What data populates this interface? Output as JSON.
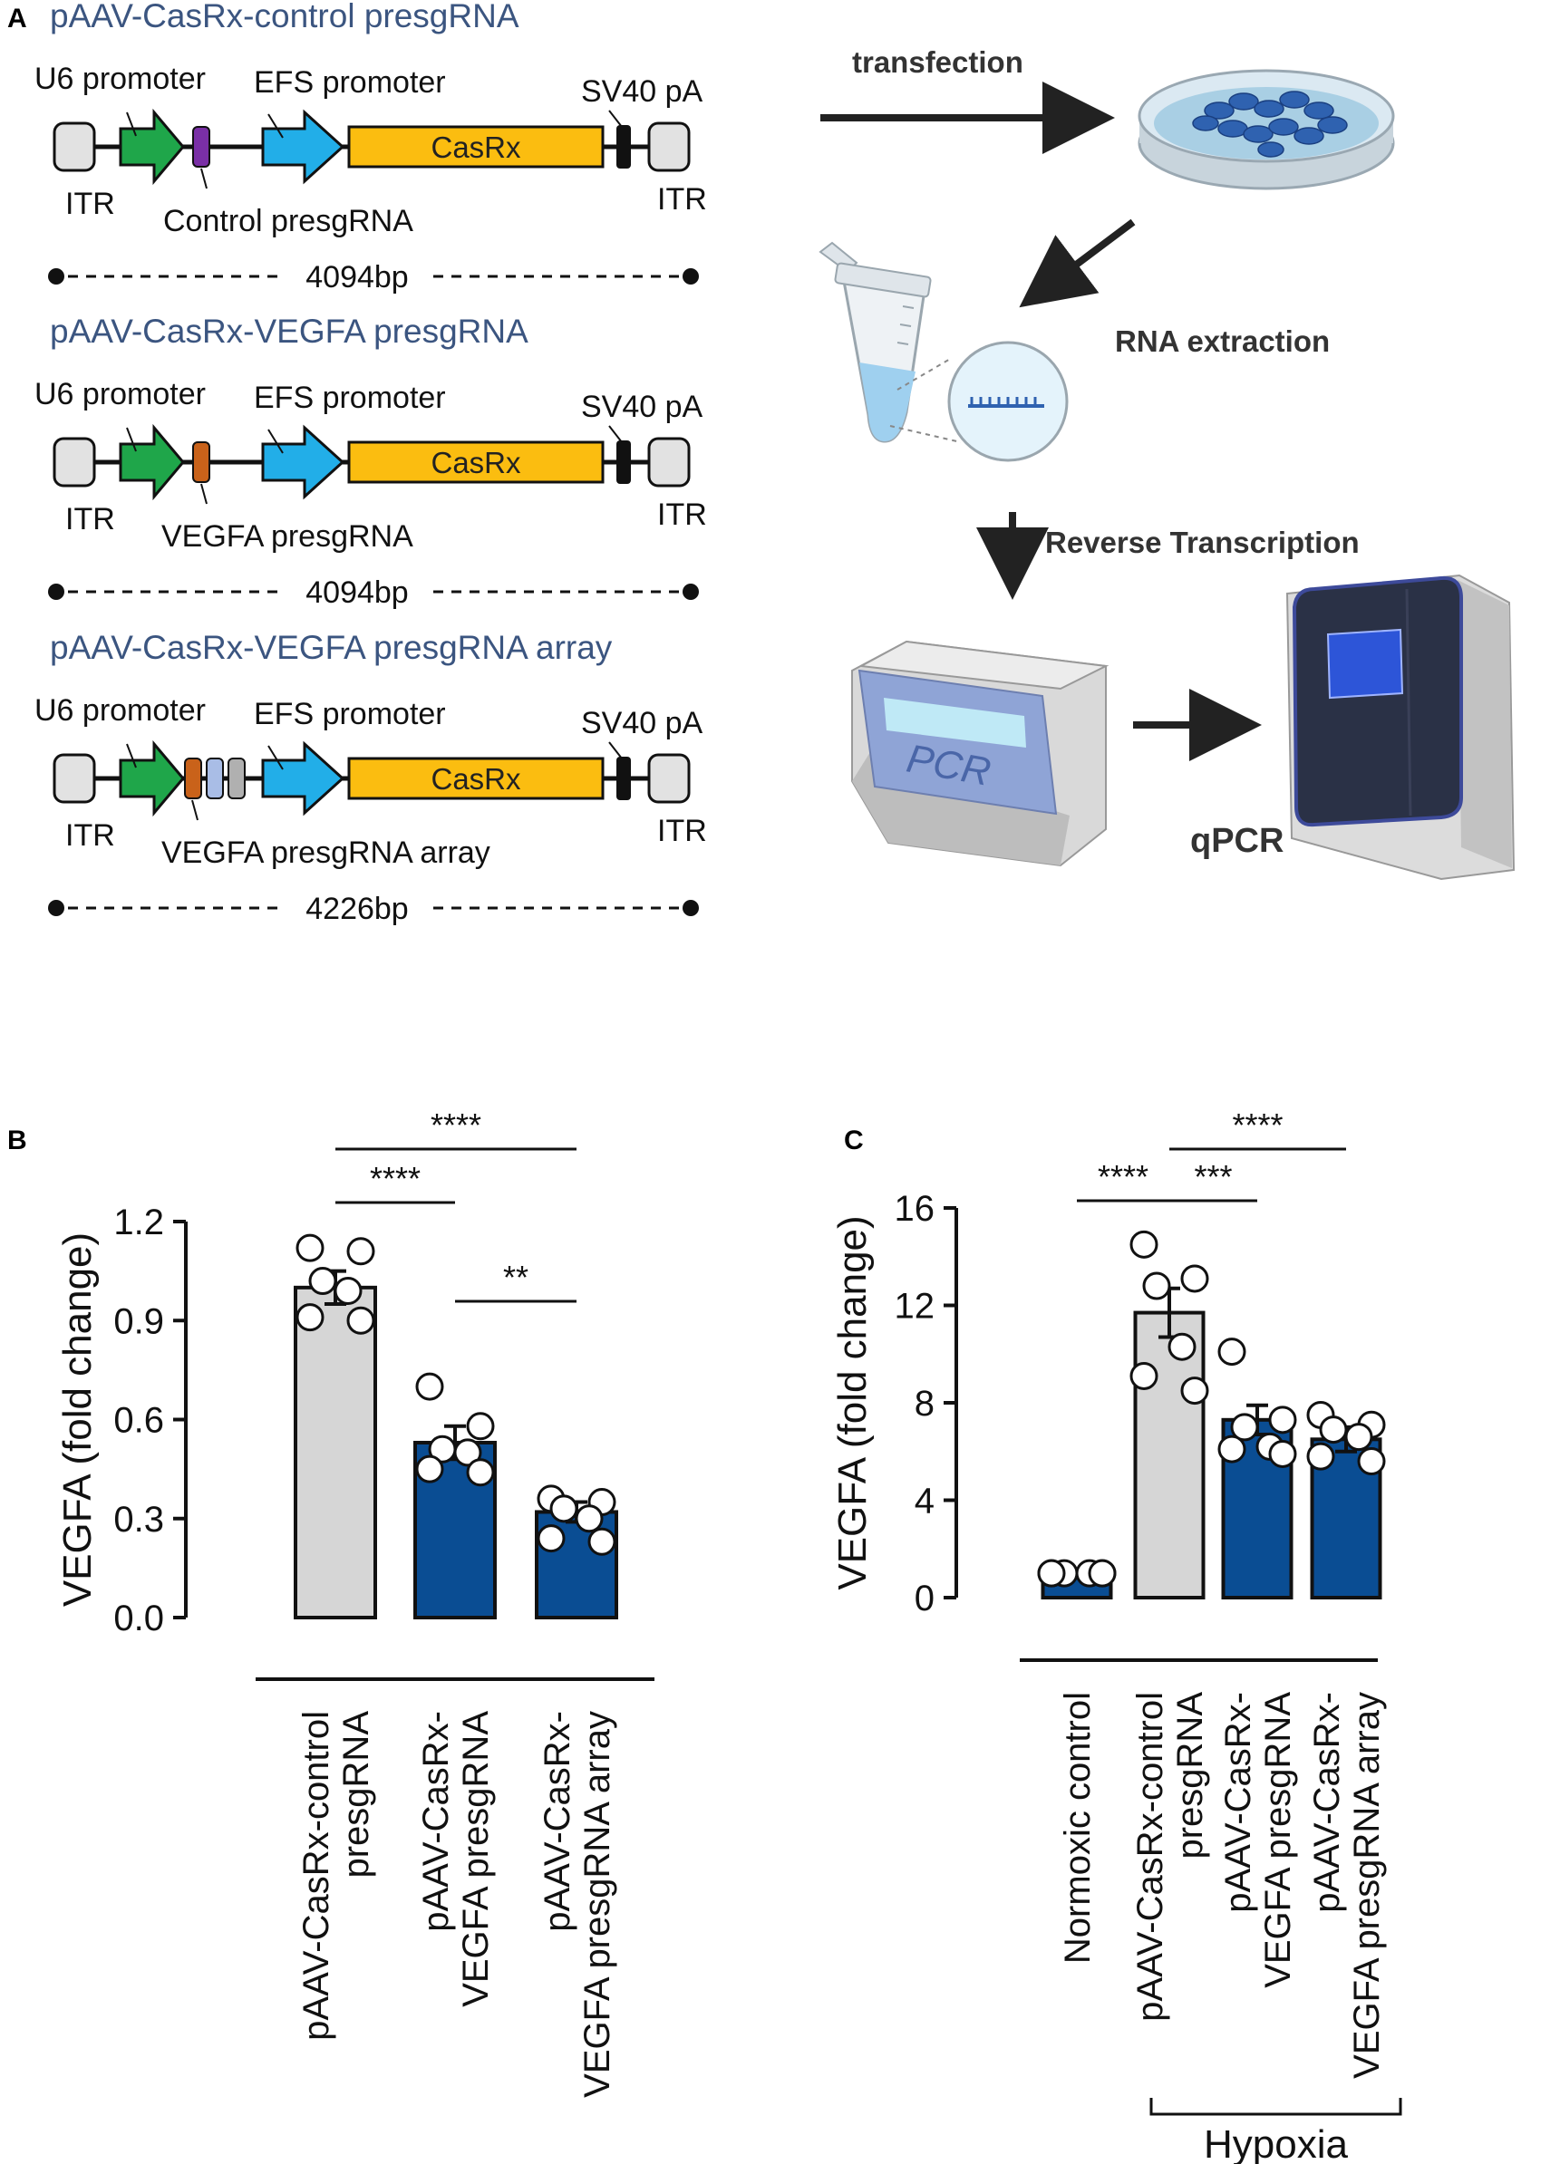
{
  "panel_labels": {
    "a": "A",
    "b": "B",
    "c": "C"
  },
  "constructs": [
    {
      "title": "pAAV-CasRx-control presgRNA",
      "u6": "U6 promoter",
      "efs": "EFS promoter",
      "sv40": "SV40 pA",
      "itr_left": "ITR",
      "itr_right": "ITR",
      "casrx": "CasRx",
      "guide": "Control presgRNA",
      "size": "4094bp",
      "guide_colors": [
        "#7a2fa6"
      ]
    },
    {
      "title": "pAAV-CasRx-VEGFA presgRNA",
      "u6": "U6 promoter",
      "efs": "EFS promoter",
      "sv40": "SV40 pA",
      "itr_left": "ITR",
      "itr_right": "ITR",
      "casrx": "CasRx",
      "guide": "VEGFA presgRNA",
      "size": "4094bp",
      "guide_colors": [
        "#c9621a"
      ]
    },
    {
      "title": "pAAV-CasRx-VEGFA presgRNA array",
      "u6": "U6 promoter",
      "efs": "EFS promoter",
      "sv40": "SV40 pA",
      "itr_left": "ITR",
      "itr_right": "ITR",
      "casrx": "CasRx",
      "guide": "VEGFA presgRNA array",
      "size": "4226bp",
      "guide_colors": [
        "#c9621a",
        "#a9bde6",
        "#b0b0b0"
      ]
    }
  ],
  "workflow": {
    "transfection": "transfection",
    "rna_extraction": "RNA extraction",
    "reverse_transcription": "Reverse Transcription",
    "pcr_screen": "PCR",
    "qpcr": "qPCR"
  },
  "colors": {
    "u6_green": "#1fa64a",
    "efs_blue": "#22aee8",
    "casrx_yellow": "#fbbd10",
    "itr_grey": "#e2e2e2",
    "bar_grey": "#d6d6d6",
    "bar_blue": "#0a4d93"
  },
  "chart_data": [
    {
      "type": "bar",
      "panel": "B",
      "ylabel": "VEGFA (fold change)",
      "ylim": [
        0,
        1.2
      ],
      "yticks": [
        "0.0",
        "0.3",
        "0.6",
        "0.9",
        "1.2"
      ],
      "categories": [
        "pAAV-CasRx-control presgRNA",
        "pAAV-CasRx-VEGFA presgRNA",
        "pAAV-CasRx-VEGFA presgRNA array"
      ],
      "category_lines": [
        [
          "pAAV-CasRx-control",
          "presgRNA"
        ],
        [
          "pAAV-CasRx-",
          "VEGFA presgRNA"
        ],
        [
          "pAAV-CasRx-",
          "VEGFA presgRNA array"
        ]
      ],
      "values": [
        1.0,
        0.53,
        0.32
      ],
      "errors": [
        0.05,
        0.05,
        0.03
      ],
      "bar_colors": [
        "#d6d6d6",
        "#0a4d93",
        "#0a4d93"
      ],
      "points": [
        [
          1.12,
          1.11,
          1.02,
          0.99,
          0.91,
          0.9
        ],
        [
          0.7,
          0.58,
          0.51,
          0.5,
          0.45,
          0.44
        ],
        [
          0.36,
          0.35,
          0.33,
          0.3,
          0.24,
          0.23
        ]
      ],
      "significance": [
        {
          "from": 0,
          "to": 2,
          "label": "****"
        },
        {
          "from": 0,
          "to": 1,
          "label": "****"
        },
        {
          "from": 1,
          "to": 2,
          "label": "**"
        }
      ]
    },
    {
      "type": "bar",
      "panel": "C",
      "ylabel": "VEGFA (fold change)",
      "ylim": [
        0,
        16
      ],
      "yticks": [
        "0",
        "4",
        "8",
        "12",
        "16"
      ],
      "categories": [
        "Normoxic control",
        "pAAV-CasRx-control presgRNA",
        "pAAV-CasRx-VEGFA presgRNA",
        "pAAV-CasRx-VEGFA presgRNA array"
      ],
      "category_lines": [
        [
          "Normoxic control"
        ],
        [
          "pAAV-CasRx-control",
          "presgRNA"
        ],
        [
          "pAAV-CasRx-",
          "VEGFA presgRNA"
        ],
        [
          "pAAV-CasRx-",
          "VEGFA presgRNA array"
        ]
      ],
      "values": [
        1.0,
        11.7,
        7.3,
        6.5
      ],
      "errors": [
        0.05,
        1.0,
        0.6,
        0.5
      ],
      "bar_colors": [
        "#0a4d93",
        "#d6d6d6",
        "#0a4d93",
        "#0a4d93"
      ],
      "points": [
        [
          1.0,
          1.0,
          1.0,
          1.0,
          1.0,
          1.0
        ],
        [
          14.5,
          13.1,
          12.8,
          10.3,
          9.1,
          8.5
        ],
        [
          10.1,
          7.3,
          7.0,
          6.2,
          6.1,
          5.9
        ],
        [
          7.5,
          7.1,
          6.9,
          6.6,
          5.8,
          5.6
        ]
      ],
      "significance": [
        {
          "from": 1,
          "to": 3,
          "label": "****"
        },
        {
          "from": 0,
          "to": 1,
          "label": "****"
        },
        {
          "from": 1,
          "to": 2,
          "label": "***"
        }
      ],
      "group_label": "Hypoxia"
    }
  ]
}
